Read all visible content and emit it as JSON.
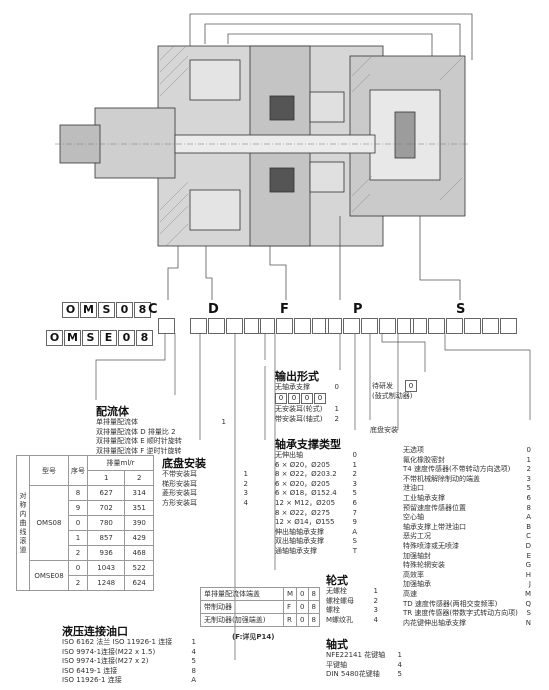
{
  "model_codes": {
    "oms": [
      "O",
      "M",
      "S",
      "0",
      "8"
    ],
    "omse": [
      "O",
      "M",
      "S",
      "E",
      "0",
      "8"
    ],
    "letters": [
      "C",
      "D",
      "F",
      "P",
      "S"
    ]
  },
  "distributor": {
    "title": "配流体",
    "items": [
      {
        "label": "单排量配流体",
        "code": "1"
      },
      {
        "label": "双排量配流体 D 排量比 2",
        "code": ""
      },
      {
        "label": "双排量配流体 E 顺时针旋转",
        "code": ""
      },
      {
        "label": "双排量配流体 F 逆时针旋转",
        "code": ""
      }
    ]
  },
  "table": {
    "side_label": "对称内曲线滚道",
    "col_model": "型号",
    "col_seq": "序号",
    "col_disp": "排量ml/r",
    "sub1": "1",
    "sub2": "2",
    "rows": [
      {
        "seq": "8",
        "d1": "627",
        "d2": "314"
      },
      {
        "seq": "9",
        "d1": "702",
        "d2": "351"
      },
      {
        "seq": "0",
        "d1": "780",
        "d2": "390"
      },
      {
        "seq": "1",
        "d1": "857",
        "d2": "429"
      },
      {
        "seq": "2",
        "d1": "936",
        "d2": "468"
      },
      {
        "seq": "0",
        "d1": "1043",
        "d2": "522"
      },
      {
        "seq": "2",
        "d1": "1248",
        "d2": "624"
      }
    ],
    "model1": "OMS08",
    "model2": "OMSE08"
  },
  "mounting": {
    "title": "底盘安装",
    "items": [
      {
        "label": "不带安装耳",
        "code": "1"
      },
      {
        "label": "梯形安装耳",
        "code": "2"
      },
      {
        "label": "菱形安装耳",
        "code": "3"
      },
      {
        "label": "方形安装耳",
        "code": "4"
      }
    ]
  },
  "port": {
    "title": "液压连接油口",
    "items": [
      {
        "label": "ISO 6162 法兰 ISO 11926-1 连接",
        "code": "1"
      },
      {
        "label": "ISO 9974-1连接(M22 x 1.5)",
        "code": "4"
      },
      {
        "label": "ISO 9974-1连接(M27 x 2)",
        "code": "5"
      },
      {
        "label": "ISO 6419-1 连接",
        "code": "8"
      },
      {
        "label": "ISO 11926-1 连接",
        "code": "A"
      }
    ]
  },
  "pcb": {
    "rows": [
      {
        "label": "单排量配流体端盖",
        "c1": "M",
        "c2": "0",
        "c3": "8"
      },
      {
        "label": "带制动器",
        "c1": "F",
        "c2": "0",
        "c3": "8"
      },
      {
        "label": "无制动器(加强端盖)",
        "c1": "R",
        "c2": "0",
        "c3": "8"
      }
    ],
    "note": "(F:详见P14)"
  },
  "output": {
    "title": "输出形式",
    "items": [
      {
        "label": "无轴承支撑",
        "code": "0"
      },
      {
        "label": "无安装耳(轮式)",
        "code": "1"
      },
      {
        "label": "带安装耳(轴式)",
        "code": "2"
      }
    ],
    "boxes": [
      "0",
      "0",
      "0",
      "0"
    ]
  },
  "bearing": {
    "title": "轴承支撑类型",
    "items": [
      {
        "label": "无伸出轴",
        "code": "0"
      },
      {
        "label": "6 × Ø20，Ø205",
        "code": "1"
      },
      {
        "label": "8 × Ø22，Ø203.2",
        "code": "2"
      },
      {
        "label": "6 × Ø20，Ø205",
        "code": "3"
      },
      {
        "label": "6 × Ø18，Ø152.4",
        "code": "5"
      },
      {
        "label": "12 × M12，Ø205",
        "code": "6"
      },
      {
        "label": "8 × Ø22，Ø275",
        "code": "7"
      },
      {
        "label": "12 × Ø14，Ø155",
        "code": "9"
      },
      {
        "label": "伸出轴轴承支撑",
        "code": "A"
      },
      {
        "label": "双出轴轴承支撑",
        "code": "S"
      },
      {
        "label": "通轴轴承支撑",
        "code": "T"
      }
    ]
  },
  "rd": {
    "label": "待研发",
    "code": "0",
    "sub": "(鼓式制动器)"
  },
  "base_install": "底盘安装",
  "options": {
    "items": [
      {
        "label": "无选项",
        "code": "0"
      },
      {
        "label": "氟化橡胶密封",
        "code": "1"
      },
      {
        "label": "T4 速度传感器(不带转动方向选项)",
        "code": "2"
      },
      {
        "label": "不带机械解除制动的端盖",
        "code": "3"
      },
      {
        "label": "泄油口",
        "code": "5"
      },
      {
        "label": "工业轴承支撑",
        "code": "6"
      },
      {
        "label": "预留速度传感器位置",
        "code": "8"
      },
      {
        "label": "空心轴",
        "code": "A"
      },
      {
        "label": "轴承支撑上带泄油口",
        "code": "B"
      },
      {
        "label": "恶劣工况",
        "code": "C"
      },
      {
        "label": "特殊喷漆或无喷漆",
        "code": "D"
      },
      {
        "label": "加强轴封",
        "code": "E"
      },
      {
        "label": "特殊轮辋安装",
        "code": "G"
      },
      {
        "label": "高效率",
        "code": "H"
      },
      {
        "label": "加强轴承",
        "code": "J"
      },
      {
        "label": "高速",
        "code": "M"
      },
      {
        "label": "TD 速度传感器(两相交变频率)",
        "code": "Q"
      },
      {
        "label": "TR 速度传感器(带数字式转动方向项)",
        "code": "S"
      },
      {
        "label": "内花键伸出轴承支撑",
        "code": "N"
      }
    ]
  },
  "wheel": {
    "title": "轮式",
    "items": [
      {
        "label": "无螺栓",
        "code": "1"
      },
      {
        "label": "螺栓螺母",
        "code": "2"
      },
      {
        "label": "螺栓",
        "code": "3"
      },
      {
        "label": "M螺纹孔",
        "code": "4"
      }
    ]
  },
  "shaft": {
    "title": "轴式",
    "items": [
      {
        "label": "NFE22141 花键轴",
        "code": "1"
      },
      {
        "label": "平键轴",
        "code": "4"
      },
      {
        "label": "DIN 5480花键轴",
        "code": "5"
      }
    ]
  }
}
